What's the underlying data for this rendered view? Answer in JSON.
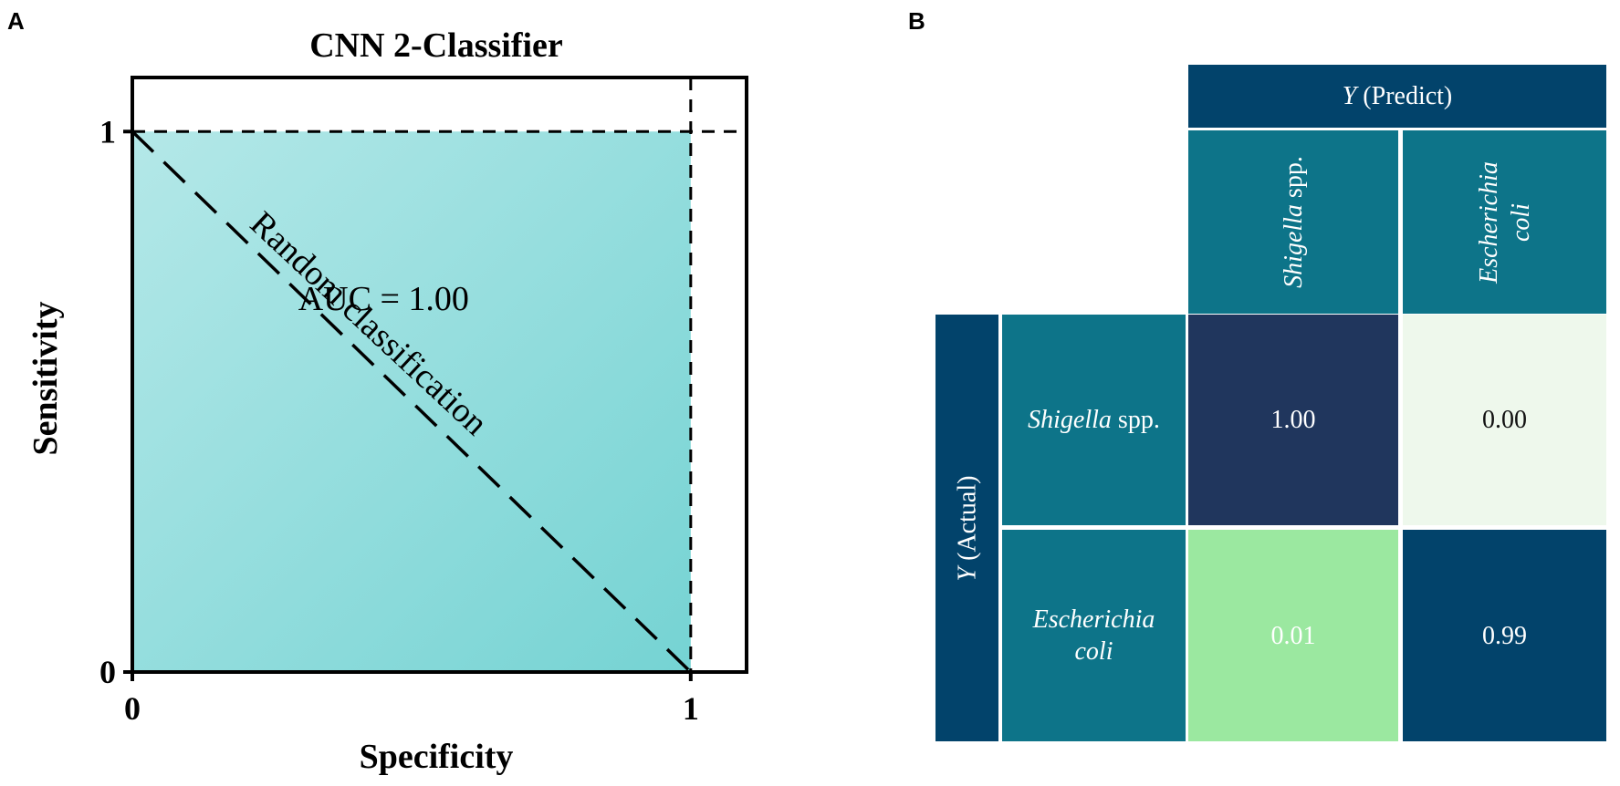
{
  "panels": {
    "a_label": "A",
    "b_label": "B"
  },
  "roc": {
    "title": "CNN 2-Classifier",
    "xlabel": "Specificity",
    "ylabel": "Sensitivity",
    "x_ticks": [
      "0",
      "1"
    ],
    "y_ticks": [
      "0",
      "1"
    ],
    "auc_text": "AUC = 1.00",
    "diagonal_label": "Random classification",
    "fill_color_light": "#b4e8e8",
    "fill_color_dark": "#75d3d3"
  },
  "chart_data": [
    {
      "type": "area",
      "title": "CNN 2-Classifier",
      "xlabel": "Specificity",
      "ylabel": "Sensitivity",
      "xlim": [
        0,
        1.1
      ],
      "ylim": [
        0,
        1.1
      ],
      "series": [
        {
          "name": "",
          "x": [
            0,
            1
          ],
          "y": [
            1,
            1
          ]
        }
      ],
      "reference_line": {
        "x": [
          0,
          1
        ],
        "y": [
          1,
          0
        ],
        "style": "dashed",
        "label": "Random classification"
      },
      "guide_lines": {
        "x": 1,
        "y": 1,
        "style": "dashed"
      },
      "annotations": [
        "AUC = 1.00",
        "Random classification"
      ],
      "grid": false,
      "legend": "none"
    },
    {
      "type": "heatmap",
      "x_axis_title": "Y (Predict)",
      "y_axis_title": "Y (Actual)",
      "x_categories": [
        "Shigella spp.",
        "Escherichia coli"
      ],
      "y_categories": [
        "Shigella spp.",
        "Escherichia coli"
      ],
      "values": [
        [
          1.0,
          0.0
        ],
        [
          0.01,
          0.99
        ]
      ],
      "value_labels": [
        [
          "1.00",
          "0.00"
        ],
        [
          "0.01",
          "0.99"
        ]
      ],
      "cell_colors": [
        [
          "#20365d",
          "#eef8ec"
        ],
        [
          "#9be8a0",
          "#02436b"
        ]
      ],
      "text_colors": [
        [
          "#ffffff",
          "#111111"
        ],
        [
          "#ffffff",
          "#ffffff"
        ]
      ]
    }
  ],
  "confusion": {
    "predict_title_var": "Y",
    "predict_title_rest": " (Predict)",
    "actual_title_var": "Y",
    "actual_title_rest": " (Actual)",
    "col_headers": [
      {
        "italic": "Shigella",
        "rest": " spp."
      },
      {
        "italic": "Escherichia coli",
        "rest": ""
      }
    ],
    "row_headers": [
      {
        "italic": "Shigella",
        "rest": " spp."
      },
      {
        "italic": "Escherichia coli",
        "rest": ""
      }
    ],
    "header_color": "#0d7489",
    "axis_color": "#02436b"
  }
}
